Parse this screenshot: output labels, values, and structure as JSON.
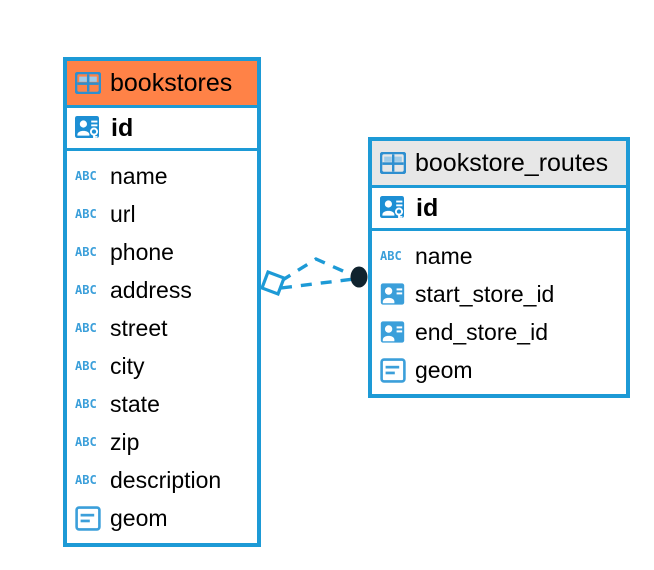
{
  "diagram": {
    "type": "entity-relationship-diagram",
    "background_color": "#ffffff",
    "accent_color": "#1d9ad6",
    "highlight_color": "#ff8247",
    "header_gray": "#e7e7e7"
  },
  "entities": [
    {
      "name": "bookstores",
      "header_style": "orange",
      "primary_key": {
        "label": "id",
        "icon": "primary-key-icon"
      },
      "fields": [
        {
          "label": "name",
          "icon": "abc-icon",
          "type": "text"
        },
        {
          "label": "url",
          "icon": "abc-icon",
          "type": "text"
        },
        {
          "label": "phone",
          "icon": "abc-icon",
          "type": "text"
        },
        {
          "label": "address",
          "icon": "abc-icon",
          "type": "text"
        },
        {
          "label": "street",
          "icon": "abc-icon",
          "type": "text"
        },
        {
          "label": "city",
          "icon": "abc-icon",
          "type": "text"
        },
        {
          "label": "state",
          "icon": "abc-icon",
          "type": "text"
        },
        {
          "label": "zip",
          "icon": "abc-icon",
          "type": "text"
        },
        {
          "label": "description",
          "icon": "abc-icon",
          "type": "text"
        },
        {
          "label": "geom",
          "icon": "geometry-icon",
          "type": "geometry"
        }
      ]
    },
    {
      "name": "bookstore_routes",
      "header_style": "gray",
      "primary_key": {
        "label": "id",
        "icon": "primary-key-icon"
      },
      "fields": [
        {
          "label": "name",
          "icon": "abc-icon",
          "type": "text"
        },
        {
          "label": "start_store_id",
          "icon": "foreign-key-icon",
          "type": "reference"
        },
        {
          "label": "end_store_id",
          "icon": "foreign-key-icon",
          "type": "reference"
        },
        {
          "label": "geom",
          "icon": "geometry-icon",
          "type": "geometry"
        }
      ]
    }
  ],
  "relationships": [
    {
      "from": "bookstores",
      "to": "bookstore_routes",
      "line_style": "dashed",
      "line_color": "#1d9ad6",
      "source_marker": "rotated-square-marker",
      "target_marker": "filled-circle-marker",
      "target_marker_color": "#10232e"
    }
  ],
  "icon_labels": {
    "table": "table-grid-icon",
    "abc": "ABC",
    "primary_key": "primary-key-icon",
    "foreign_key": "foreign-key-icon",
    "geometry": "geometry-icon"
  }
}
